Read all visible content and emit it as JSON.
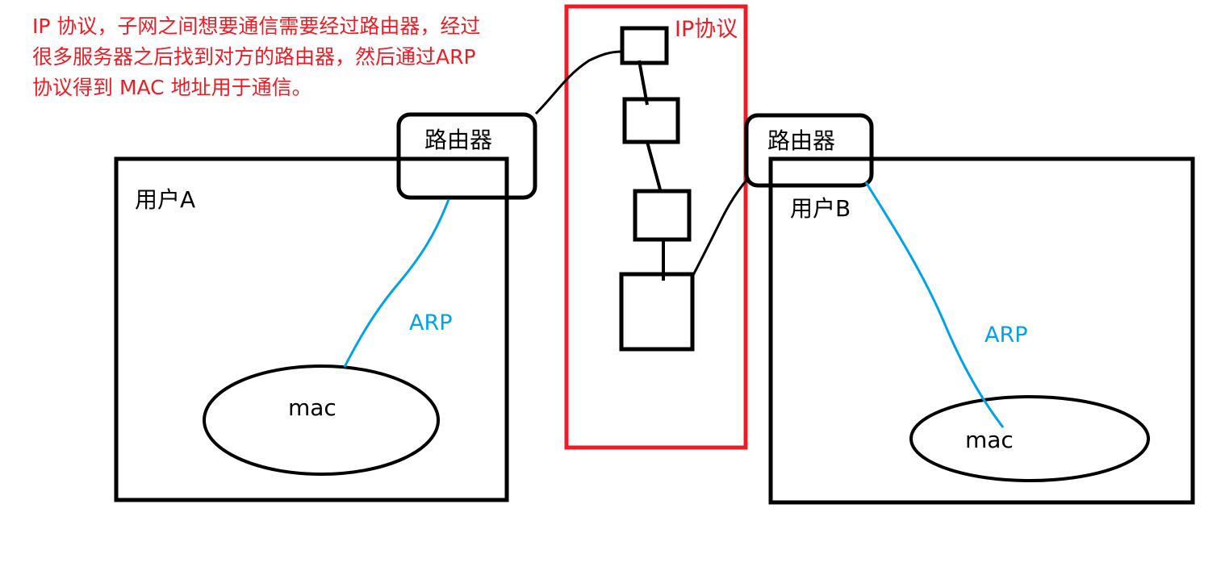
{
  "note": {
    "lines": [
      "IP 协议，子网之间想要通信需要经过路由器，经过",
      "很多服务器之后找到对方的路由器，然后通过ARP",
      "协议得到 MAC 地址用于通信。"
    ]
  },
  "ip_region": {
    "label": "IP协议",
    "color": "#ed1c24"
  },
  "user_a": {
    "label": "用户A",
    "router_label": "路由器",
    "mac_label": "mac",
    "arp_label": "ARP"
  },
  "user_b": {
    "label": "用户B",
    "router_label": "路由器",
    "mac_label": "mac",
    "arp_label": "ARP"
  },
  "colors": {
    "note": "#ed1c24",
    "arp": "#00a2e8",
    "stroke": "#000000"
  }
}
